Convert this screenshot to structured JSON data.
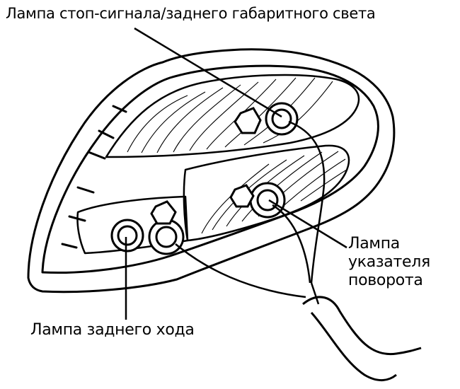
{
  "labels": {
    "stop_tail_lamp": "Лампа стоп-сигнала/заднего габаритного света",
    "turn_lamp_line1": "Лампа",
    "turn_lamp_line2": "указателя",
    "turn_lamp_line3": "поворота",
    "reverse_lamp": "Лампа заднего хода"
  },
  "colors": {
    "ink": "#000000",
    "background": "#ffffff"
  }
}
